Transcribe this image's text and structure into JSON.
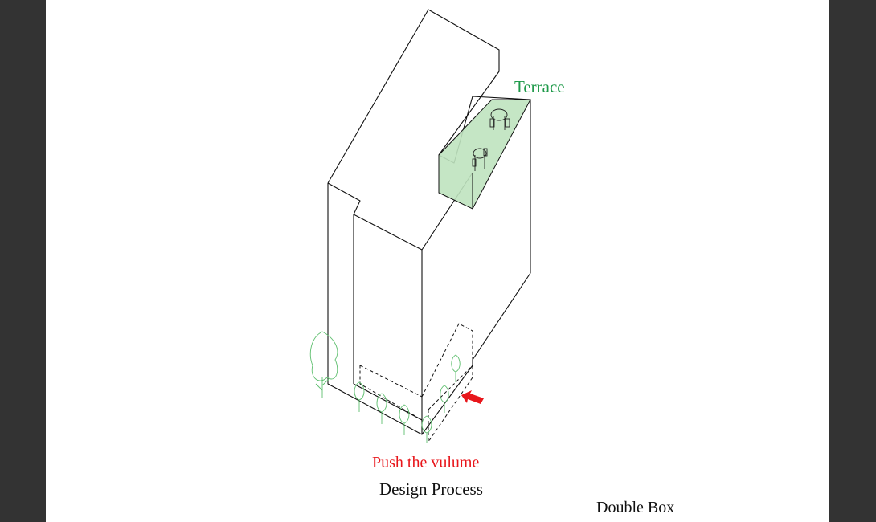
{
  "labels": {
    "terrace": "Terrace",
    "push": "Push the vulume",
    "process": "Design Process",
    "project": "Double Box"
  },
  "colors": {
    "frame": "#333333",
    "page": "#ffffff",
    "terrace_text": "#1f9a4a",
    "push_text": "#e8161b",
    "terrace_fill": "#bfe3bf",
    "tree_stroke": "#5fbf6f",
    "arrow": "#e8161b",
    "line": "#111111"
  },
  "icons": {
    "arrow": "red-arrow-icon",
    "tree": "tree-icon",
    "table_set": "table-chairs-icon"
  }
}
